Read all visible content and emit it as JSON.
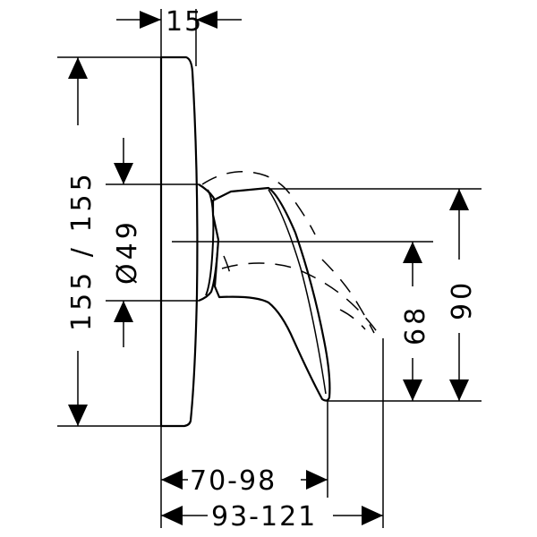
{
  "dimensions": {
    "plate_thickness": "15",
    "plate_height": "155 / 155",
    "connection_diameter": "Ø49",
    "lever_height": "68",
    "total_lever_height": "90",
    "projection_min": "70-98",
    "projection_max": "93-121"
  }
}
